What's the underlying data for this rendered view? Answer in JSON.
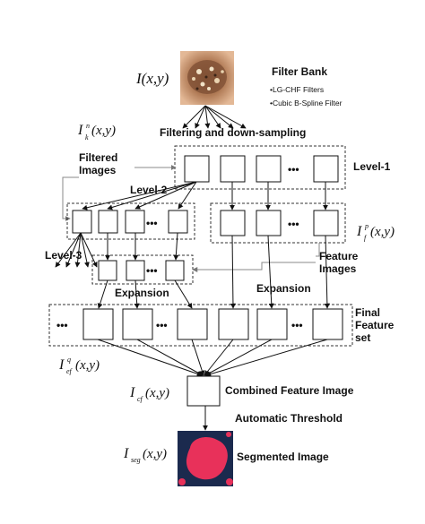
{
  "title": {
    "main": "Filter Bank",
    "item1": "•LG-CHF Filters",
    "item2": "•Cubic B-Spline Filter"
  },
  "math": {
    "input": "I(x,y)",
    "filtered_main": "I",
    "filtered_sup": "n",
    "filtered_sub": "k",
    "filtered_args": "(x,y)",
    "feature_main": "I",
    "feature_sup": "p",
    "feature_sub": "f",
    "feature_args": "(x,y)",
    "final_main": "I",
    "final_sup": "q",
    "final_sub": "ef",
    "final_args": "(x,y)",
    "combined_main": "I",
    "combined_sub": "cf",
    "combined_args": "(x,y)",
    "seg_main": "I",
    "seg_sub": "seg",
    "seg_args": "(x,y)"
  },
  "labels": {
    "filtering": "Filtering and down-sampling",
    "filtered_images_1": "Filtered",
    "filtered_images_2": "Images",
    "level1": "Level-1",
    "level2": "Level-2",
    "level3": "Level-3",
    "feature_images_1": "Feature",
    "feature_images_2": "Images",
    "expansion_small": "Expansion",
    "expansion_large": "Expansion",
    "final_1": "Final",
    "final_2": "Feature",
    "final_3": "set",
    "combined": "Combined Feature Image",
    "auto_threshold": "Automatic Threshold",
    "segmented": "Segmented Image",
    "dots": "•••"
  },
  "colors": {
    "lesion": "#e8315a",
    "background_dark": "#1b2a4e",
    "photo_skin": "#c99872"
  }
}
